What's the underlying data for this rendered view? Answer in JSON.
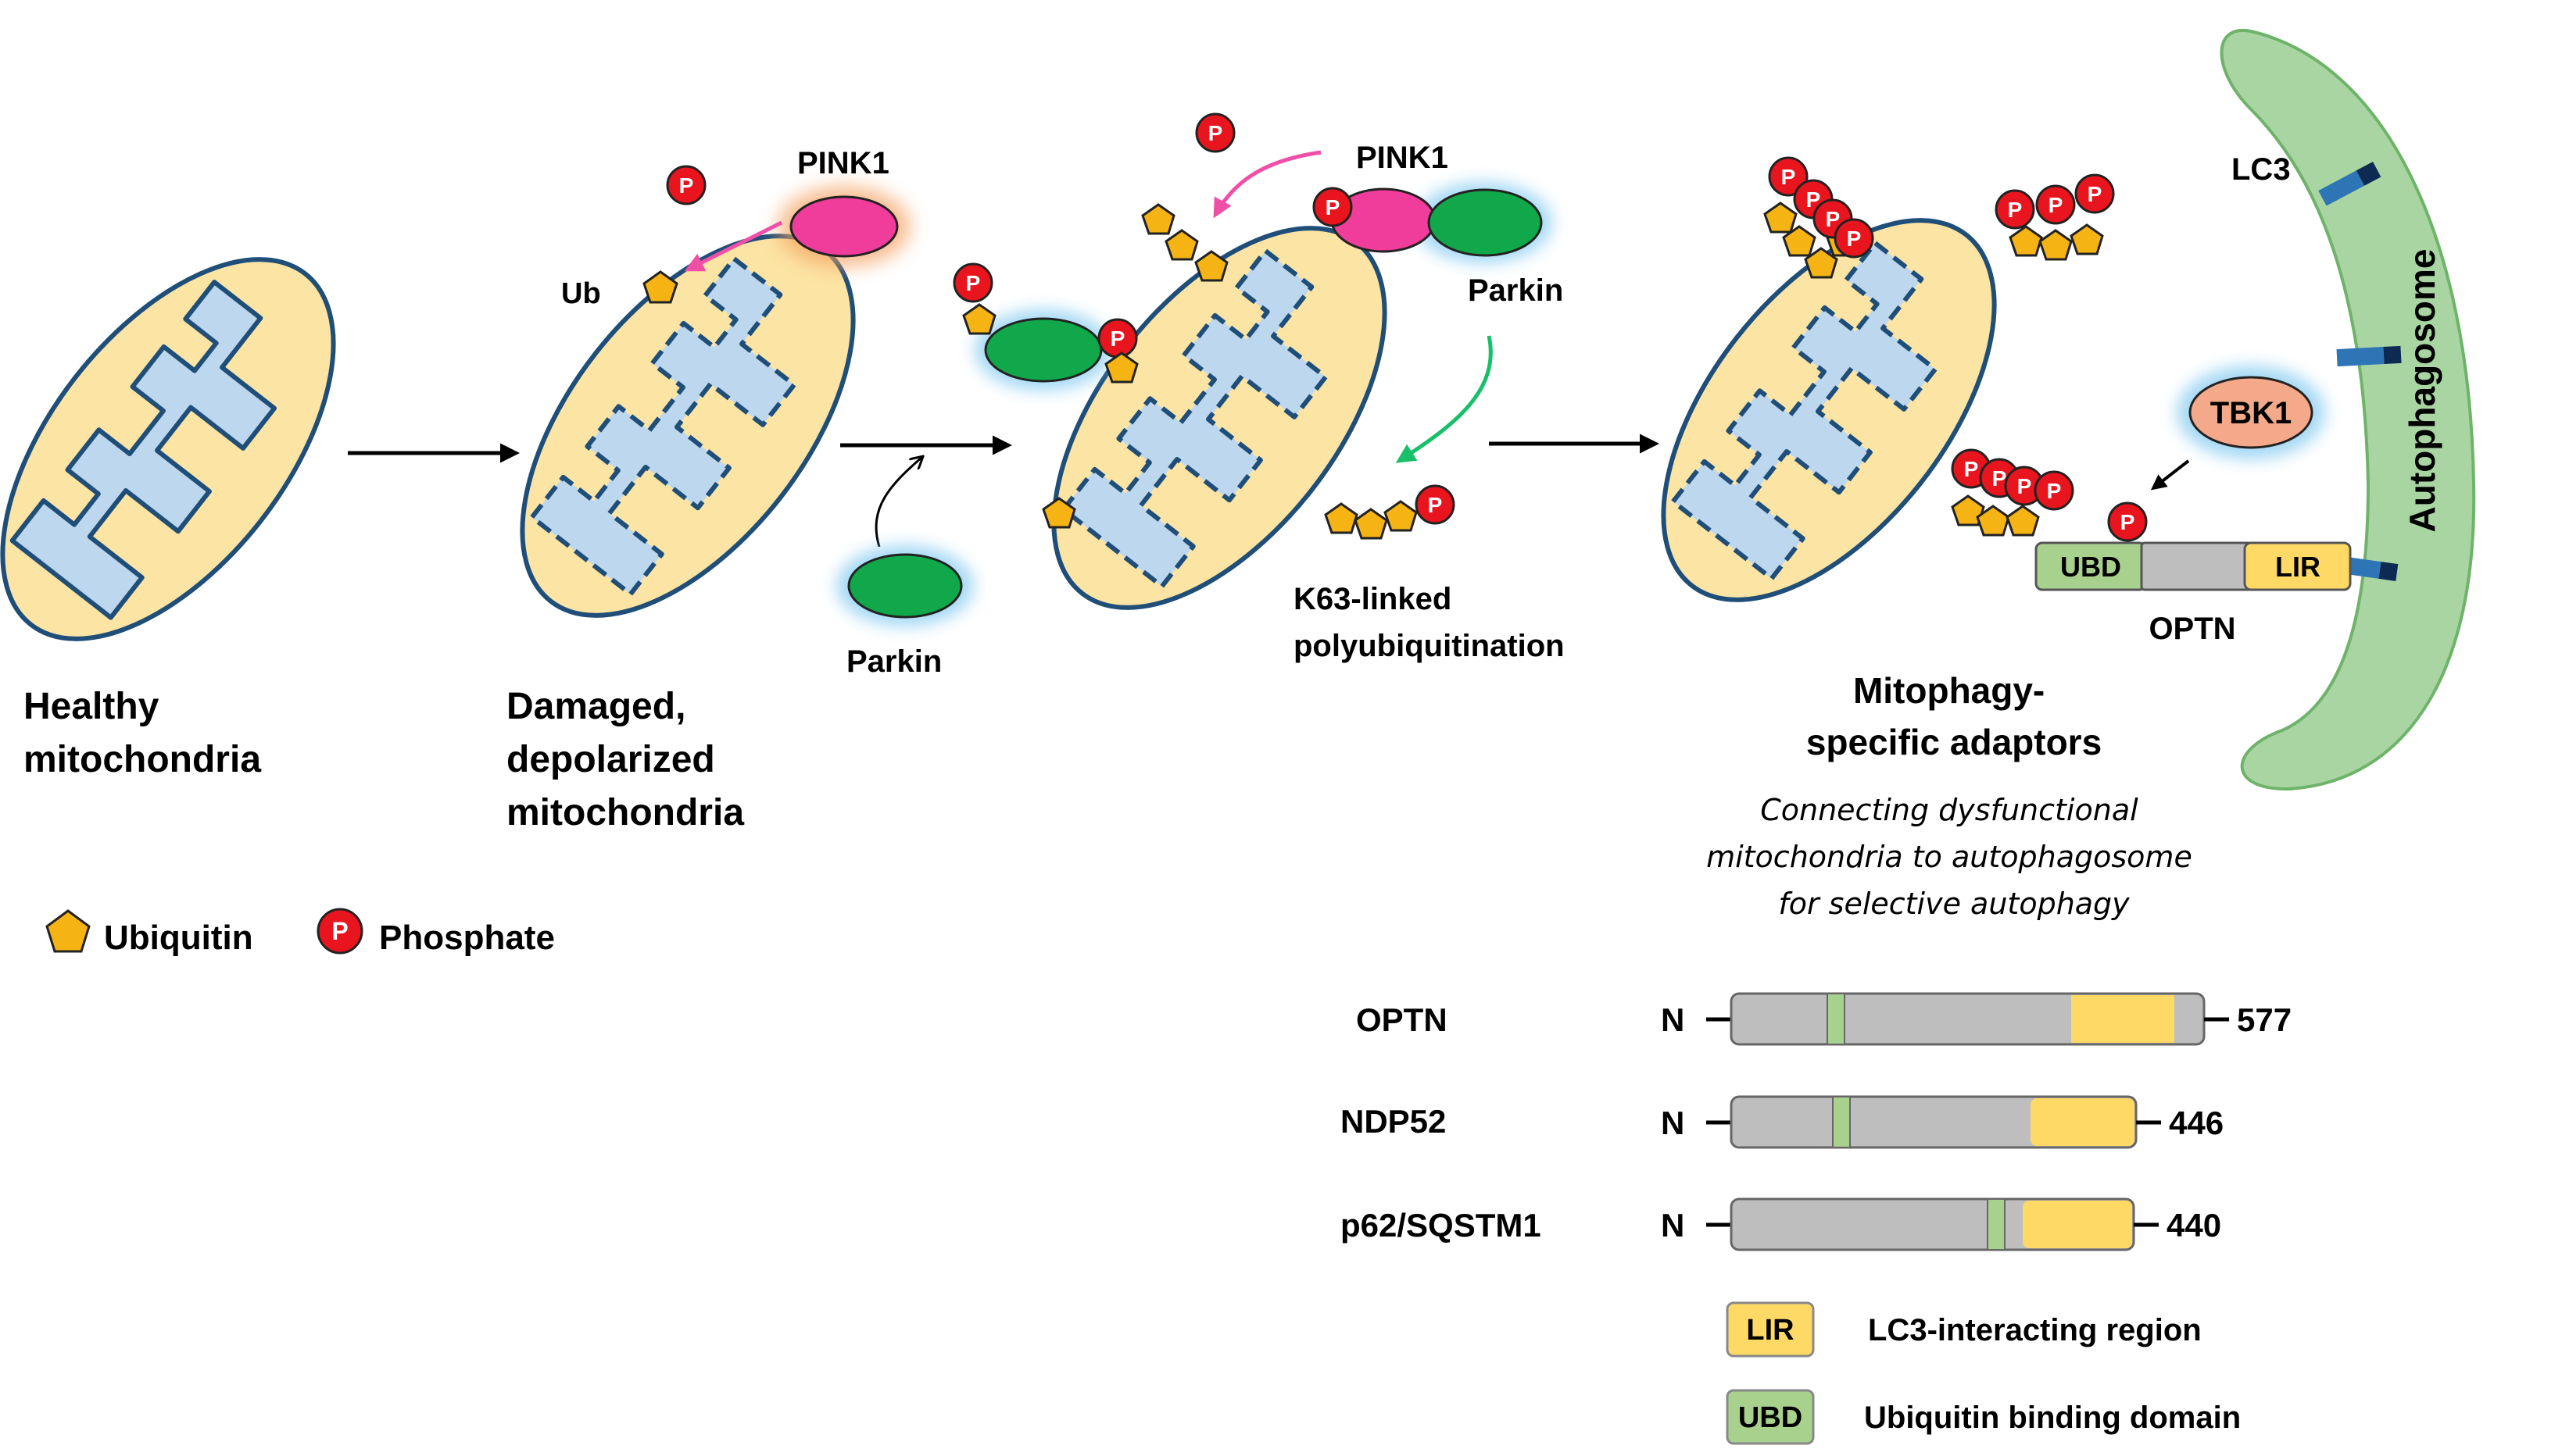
{
  "stages": {
    "healthy": [
      "Healthy",
      "mitochondria"
    ],
    "damaged": [
      "Damaged,",
      "depolarized",
      "mitochondria"
    ],
    "adaptors_title": [
      "Mitophagy-",
      "specific adaptors"
    ],
    "adaptors_desc": [
      "Connecting dysfunctional",
      "mitochondria to autophagosome",
      "for selective autophagy"
    ]
  },
  "molecules": {
    "pink1": "PINK1",
    "parkin": "Parkin",
    "ub": "Ub",
    "phospho": "P",
    "tbk1": "TBK1",
    "lc3": "LC3",
    "autophagosome": "Autophagosome",
    "ubd": "UBD",
    "lir": "LIR",
    "optn": "OPTN",
    "k63": [
      "K63-linked",
      "polyubiquitination"
    ]
  },
  "legend": {
    "ubiquitin": "Ubiquitin",
    "phosphate": "Phosphate",
    "lir_code": "LIR",
    "lir_desc": "LC3-interacting region",
    "ubd_code": "UBD",
    "ubd_desc": "Ubiquitin binding domain"
  },
  "proteins": [
    {
      "name": "OPTN",
      "n": "N",
      "length": "577"
    },
    {
      "name": "NDP52",
      "n": "N",
      "length": "446"
    },
    {
      "name": "p62/SQSTM1",
      "n": "N",
      "length": "440"
    }
  ],
  "colors": {
    "mito_outer": "#FCE4A4",
    "mito_inner": "#BDD7EE",
    "mito_stroke": "#1F4E79",
    "pink1": "#F03C9A",
    "parkin": "#10A84A",
    "ubiquitin": "#F5B414",
    "phosphate": "#E8141E",
    "tbk1": "#F4A98A",
    "autophagosome": "#A8D5A2",
    "lir": "#FFD966",
    "ubd": "#A9D18E",
    "protein_gray": "#BEBEBE",
    "lc3": "#2E75B6",
    "pink_arrow": "#F04FA8",
    "green_arrow": "#19C06A"
  }
}
